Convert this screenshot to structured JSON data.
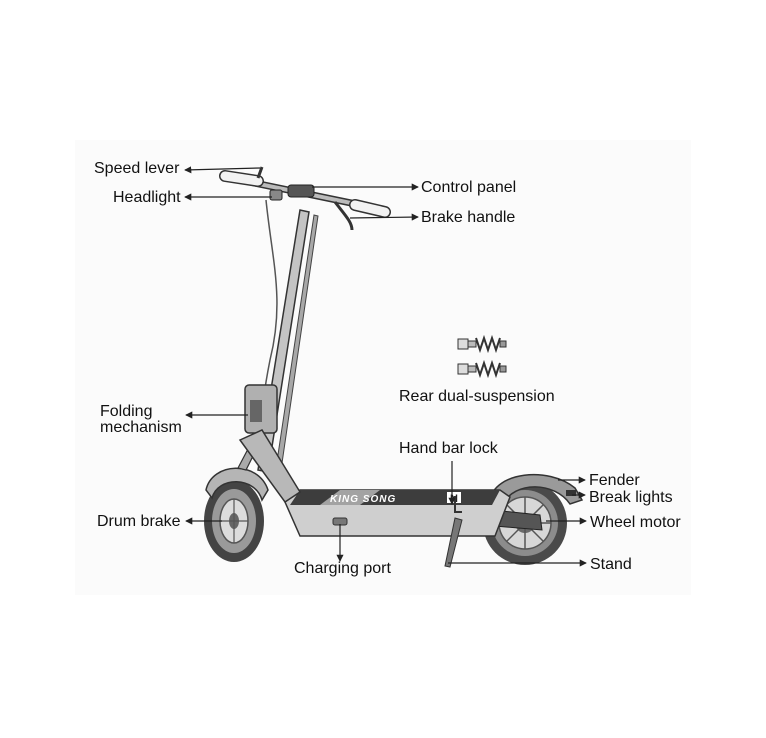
{
  "colors": {
    "frame": "#b9b9b9",
    "frame_dark": "#5a5a5a",
    "deck": "#c8c8c8",
    "grip": "#f2f2f2",
    "tire": "#444444",
    "line": "#222222",
    "background": "#ffffff",
    "panel_bg": "#fbfbfb"
  },
  "brand": "KING SONG",
  "brand_badge": "N",
  "labels": {
    "speed_lever": "Speed lever",
    "headlight": "Headlight",
    "control_panel": "Control panel",
    "brake_handle": "Brake handle",
    "rear_dual_suspension": "Rear dual-suspension",
    "folding_mechanism_line1": "Folding",
    "folding_mechanism_line2": "mechanism",
    "hand_bar_lock": "Hand bar lock",
    "fender": "Fender",
    "break_lights": "Break lights",
    "drum_brake": "Drum brake",
    "wheel_motor": "Wheel motor",
    "charging_port": "Charging port",
    "stand": "Stand"
  },
  "icons": [
    "spring-suspension-icon",
    "arrow-icon"
  ]
}
